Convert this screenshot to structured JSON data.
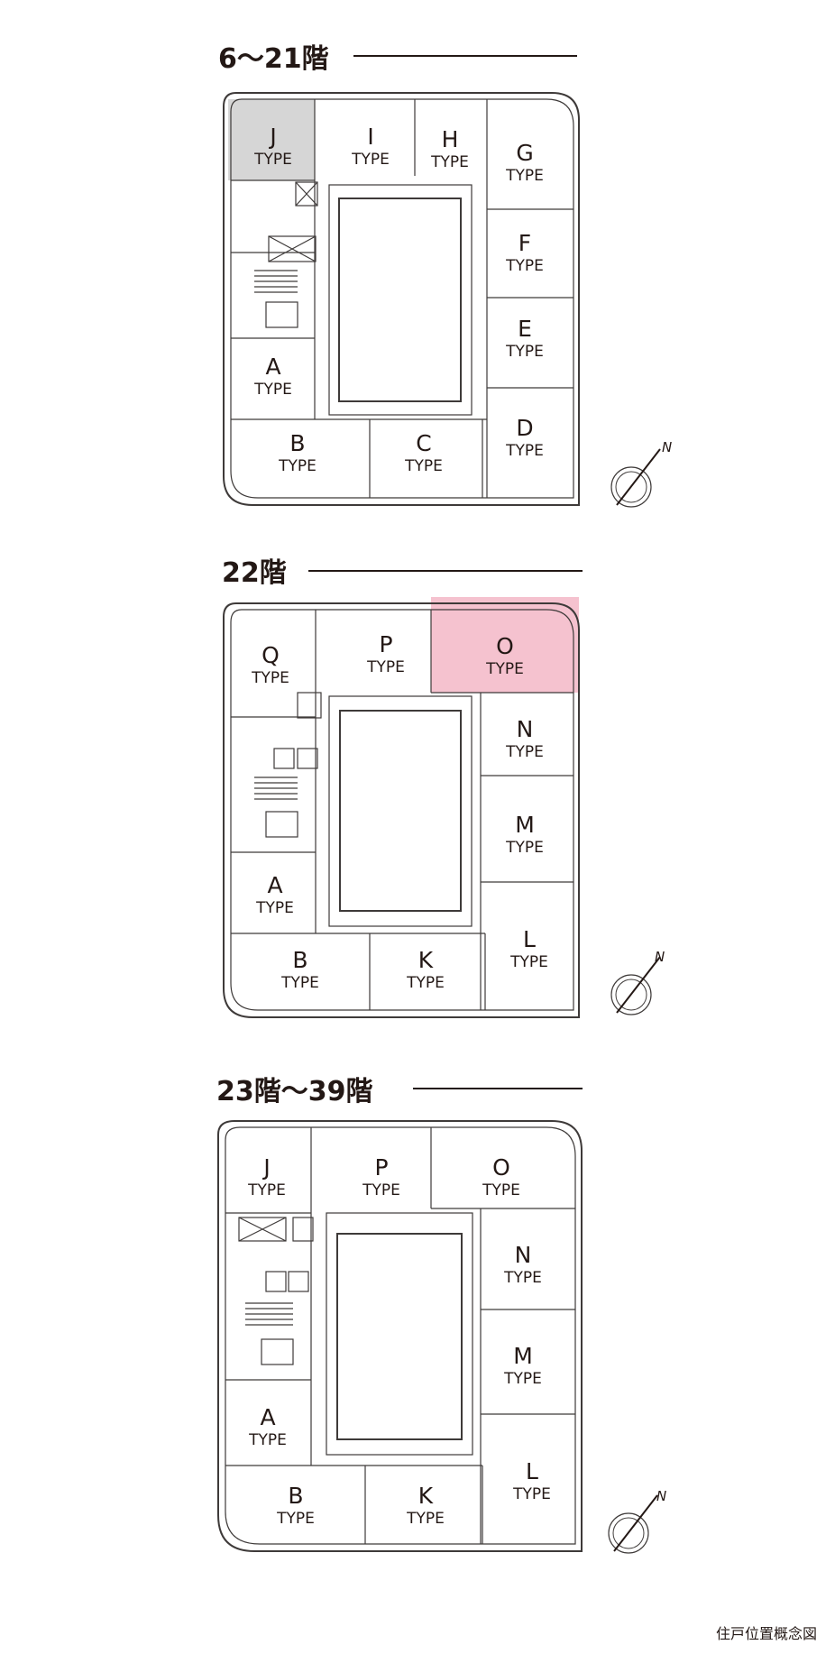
{
  "sections": [
    {
      "heading": "6～21階",
      "highlight": {
        "unit": "J",
        "color": "#d6d6d6"
      },
      "units": [
        {
          "letter": "J",
          "type": "TYPE"
        },
        {
          "letter": "I",
          "type": "TYPE"
        },
        {
          "letter": "H",
          "type": "TYPE"
        },
        {
          "letter": "G",
          "type": "TYPE"
        },
        {
          "letter": "F",
          "type": "TYPE"
        },
        {
          "letter": "E",
          "type": "TYPE"
        },
        {
          "letter": "A",
          "type": "TYPE"
        },
        {
          "letter": "D",
          "type": "TYPE"
        },
        {
          "letter": "B",
          "type": "TYPE"
        },
        {
          "letter": "C",
          "type": "TYPE"
        }
      ],
      "compass_label": "N"
    },
    {
      "heading": "22階",
      "highlight": {
        "unit": "O",
        "color": "#f2b3c3"
      },
      "units": [
        {
          "letter": "Q",
          "type": "TYPE"
        },
        {
          "letter": "P",
          "type": "TYPE"
        },
        {
          "letter": "O",
          "type": "TYPE"
        },
        {
          "letter": "N",
          "type": "TYPE"
        },
        {
          "letter": "M",
          "type": "TYPE"
        },
        {
          "letter": "A",
          "type": "TYPE"
        },
        {
          "letter": "L",
          "type": "TYPE"
        },
        {
          "letter": "B",
          "type": "TYPE"
        },
        {
          "letter": "K",
          "type": "TYPE"
        }
      ],
      "compass_label": "N"
    },
    {
      "heading": "23階～39階",
      "highlight": null,
      "units": [
        {
          "letter": "J",
          "type": "TYPE"
        },
        {
          "letter": "P",
          "type": "TYPE"
        },
        {
          "letter": "O",
          "type": "TYPE"
        },
        {
          "letter": "N",
          "type": "TYPE"
        },
        {
          "letter": "M",
          "type": "TYPE"
        },
        {
          "letter": "A",
          "type": "TYPE"
        },
        {
          "letter": "L",
          "type": "TYPE"
        },
        {
          "letter": "B",
          "type": "TYPE"
        },
        {
          "letter": "K",
          "type": "TYPE"
        }
      ],
      "compass_label": "N"
    }
  ],
  "caption": "住戸位置概念図",
  "colors": {
    "line": "#3e3a39",
    "text": "#231815",
    "gray_highlight": "#d6d6d6",
    "pink_highlight": "#f2b3c3"
  }
}
